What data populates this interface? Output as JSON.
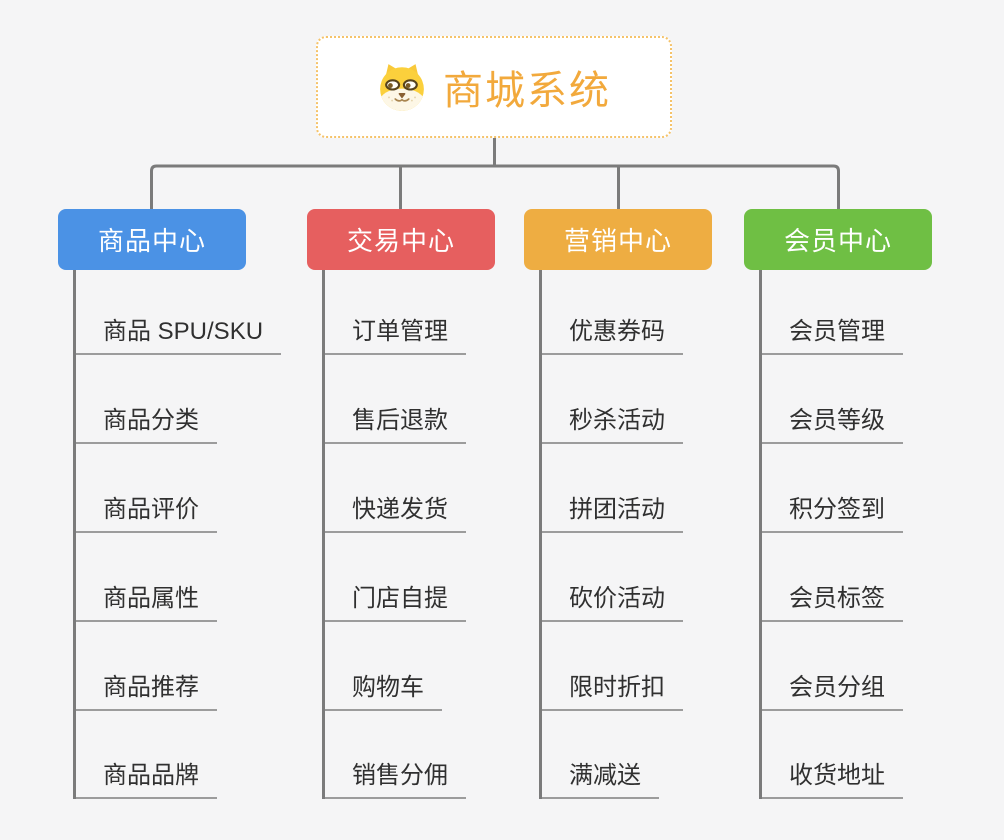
{
  "root": {
    "title": "商城系统",
    "icon": "dog-face"
  },
  "branches": [
    {
      "label": "商品中心",
      "color": "#4b92e5",
      "children": [
        "商品 SPU/SKU",
        "商品分类",
        "商品评价",
        "商品属性",
        "商品推荐",
        "商品品牌"
      ]
    },
    {
      "label": "交易中心",
      "color": "#e65f5f",
      "children": [
        "订单管理",
        "售后退款",
        "快递发货",
        "门店自提",
        "购物车",
        "销售分佣"
      ]
    },
    {
      "label": "营销中心",
      "color": "#eead42",
      "children": [
        "优惠券码",
        "秒杀活动",
        "拼团活动",
        "砍价活动",
        "限时折扣",
        "满减送"
      ]
    },
    {
      "label": "会员中心",
      "color": "#6fbf44",
      "children": [
        "会员管理",
        "会员等级",
        "积分签到",
        "会员标签",
        "会员分组",
        "收货地址"
      ]
    }
  ],
  "colors": {
    "background": "#f5f5f6",
    "connector": "#7b7b7b",
    "leaf_underline": "#9c9c9c",
    "leaf_text": "#303030",
    "root_text": "#f2a93c",
    "root_border": "#f5c36a",
    "branch_product": "#4b92e5",
    "branch_trade": "#e65f5f",
    "branch_marketing": "#eead42",
    "branch_member": "#6fbf44"
  }
}
